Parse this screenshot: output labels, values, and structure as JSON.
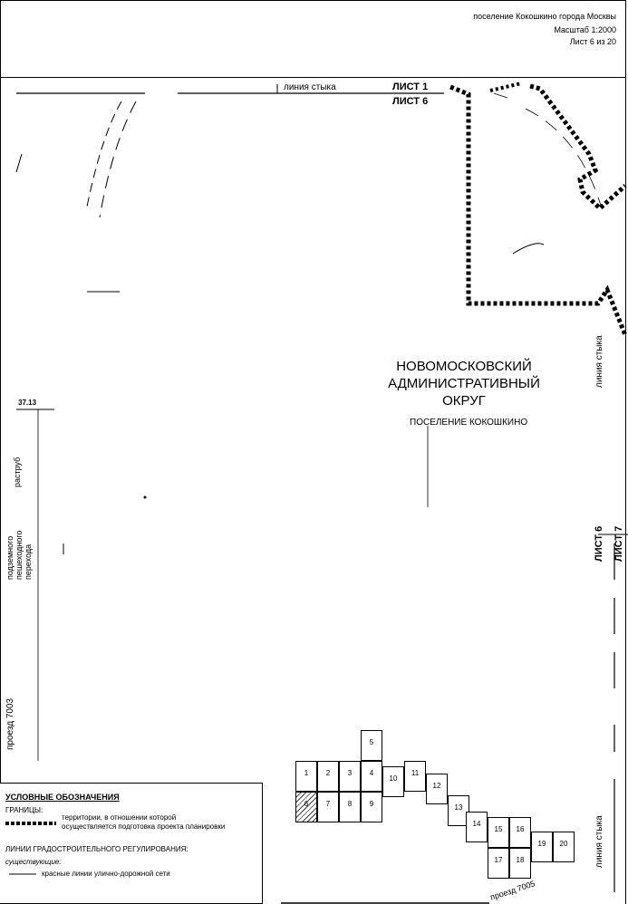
{
  "header": {
    "settlement_line": "поселение Кокошкино города Москвы",
    "scale": "Масштаб 1:2000",
    "sheet": "Лист  6 из 20"
  },
  "map": {
    "join_line_top": "линия стыка",
    "sheet_1": "ЛИСТ 1",
    "sheet_6": "ЛИСТ 6",
    "join_line_right_top": "линия стыка",
    "sheet_6_right": "ЛИСТ 6",
    "sheet_7_right": "ЛИСТ 7",
    "join_line_right_bottom": "линия стыка",
    "district_name_1": "НОВОМОСКОВСКИЙ",
    "district_name_2": "АДМИНИСТРАТИВНЫЙ",
    "district_name_3": "ОКРУГ",
    "settlement_name": "ПОСЕЛЕНИЕ КОКОШКИНО",
    "label_number": "37.13",
    "label_rastrub": "раструб",
    "label_underpass": [
      "подземного",
      "пешеходного",
      "перехода"
    ],
    "label_proezd": "проезд 7003",
    "label_bottom_proezd": "проезд 7005"
  },
  "legend": {
    "title": "УСЛОВНЫЕ ОБОЗНАЧЕНИЯ",
    "borders_heading": "ГРАНИЦЫ:",
    "territory_desc_1": "территории, в отношении которой",
    "territory_desc_2": "осуществляется подготовка проекта планировки",
    "reg_lines_heading": "ЛИНИИ ГРАДОСТРОИТЕЛЬНОГО РЕГУЛИРОВАНИЯ:",
    "existing": "существующие:",
    "red_lines_desc": "красные линии улично-дорожной сети"
  },
  "index_map": {
    "current_sheet": "6",
    "tiles": [
      "1",
      "2",
      "3",
      "4",
      "5",
      "6",
      "7",
      "8",
      "9",
      "10",
      "11",
      "12",
      "13",
      "14",
      "15",
      "16",
      "17",
      "18",
      "19",
      "20"
    ]
  }
}
